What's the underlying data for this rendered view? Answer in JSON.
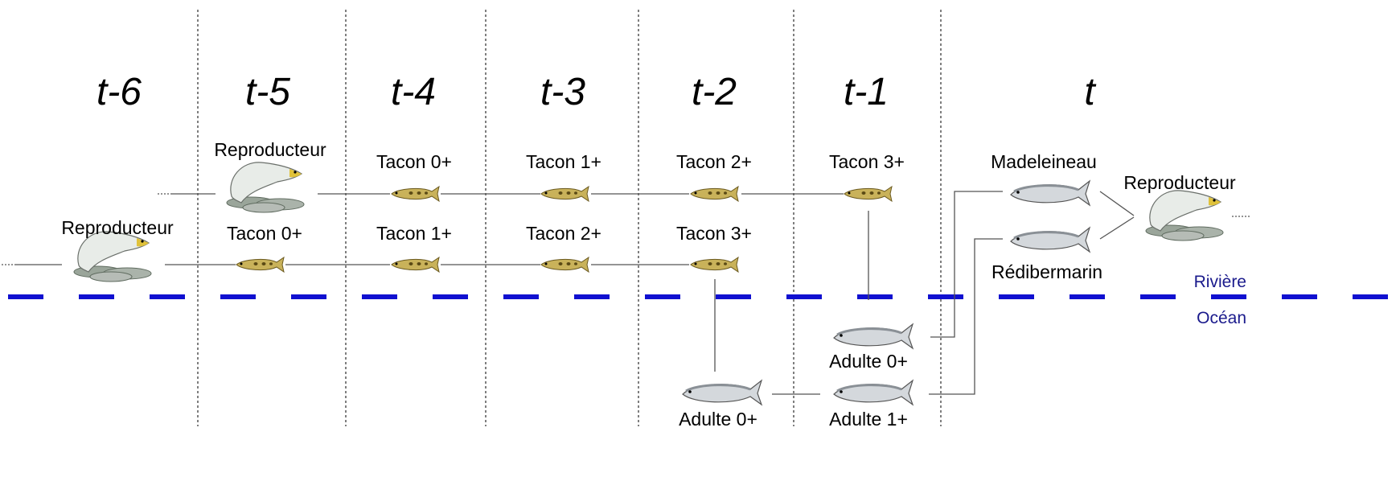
{
  "periods": [
    "t-6",
    "t-5",
    "t-4",
    "t-3",
    "t-2",
    "t-1",
    "t"
  ],
  "zones": {
    "river": "Rivière",
    "ocean": "Océan"
  },
  "labels": {
    "reproducteur_t5": "Reproducteur",
    "reproducteur_t6": "Reproducteur",
    "reproducteur_t": "Reproducteur",
    "tacon0_top": "Tacon 0+",
    "tacon1_top": "Tacon 1+",
    "tacon2_top": "Tacon 2+",
    "tacon3_top": "Tacon 3+",
    "tacon0_bottom": "Tacon 0+",
    "tacon1_bottom": "Tacon 1+",
    "tacon2_bottom": "Tacon 2+",
    "tacon3_bottom": "Tacon 3+",
    "madeleineau": "Madeleineau",
    "redibermarin": "Rédibermarin",
    "adulte0_t1": "Adulte 0+",
    "adulte1_t1": "Adulte 1+",
    "adulte0_t2": "Adulte 0+"
  },
  "colors": {
    "boundary": "#1010d0",
    "parr": "#c9b25a",
    "adult": "#c8cdd2",
    "zone_text": "#1a1a8c"
  }
}
